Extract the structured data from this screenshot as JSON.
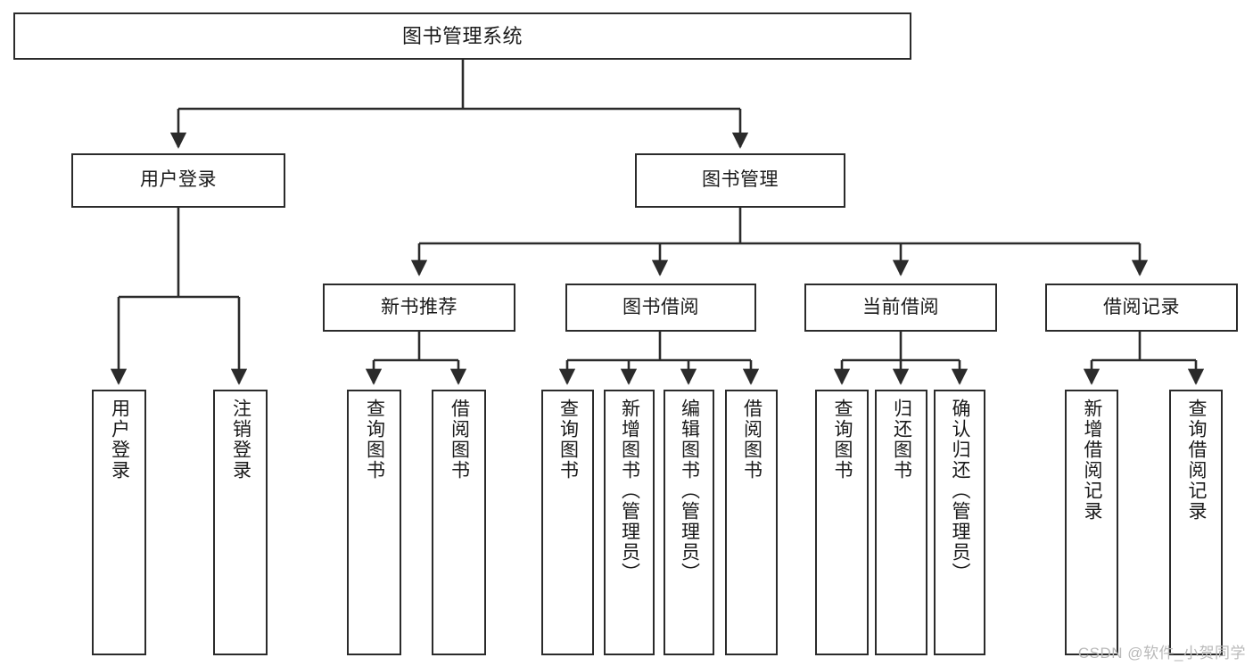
{
  "diagram": {
    "title": "图书管理系统",
    "type": "functional-structure-tree",
    "watermark": "CSDN @软件_小贺同学",
    "line_color": "#2b2b2b",
    "box_fill": "#ffffff",
    "text_color": "#1a1a1a",
    "watermark_color": "#b9b9b9",
    "nodes": {
      "root": {
        "label": "图书管理系统"
      },
      "level2": [
        {
          "label": "用户登录"
        },
        {
          "label": "图书管理"
        }
      ],
      "level3": [
        {
          "label": "新书推荐"
        },
        {
          "label": "图书借阅"
        },
        {
          "label": "当前借阅"
        },
        {
          "label": "借阅记录"
        }
      ],
      "leaves_user_login": [
        {
          "label": "用户登录"
        },
        {
          "label": "注销登录"
        }
      ],
      "leaves_new_books": [
        {
          "label": "查询图书"
        },
        {
          "label": "借阅图书"
        }
      ],
      "leaves_book_borrow": [
        {
          "label": "查询图书"
        },
        {
          "label": "新增图书（管理员）"
        },
        {
          "label": "编辑图书（管理员）"
        },
        {
          "label": "借阅图书"
        }
      ],
      "leaves_current_borrow": [
        {
          "label": "查询图书"
        },
        {
          "label": "归还图书"
        },
        {
          "label": "确认归还（管理员）"
        }
      ],
      "leaves_borrow_records": [
        {
          "label": "新增借阅记录"
        },
        {
          "label": "查询借阅记录"
        }
      ]
    }
  }
}
